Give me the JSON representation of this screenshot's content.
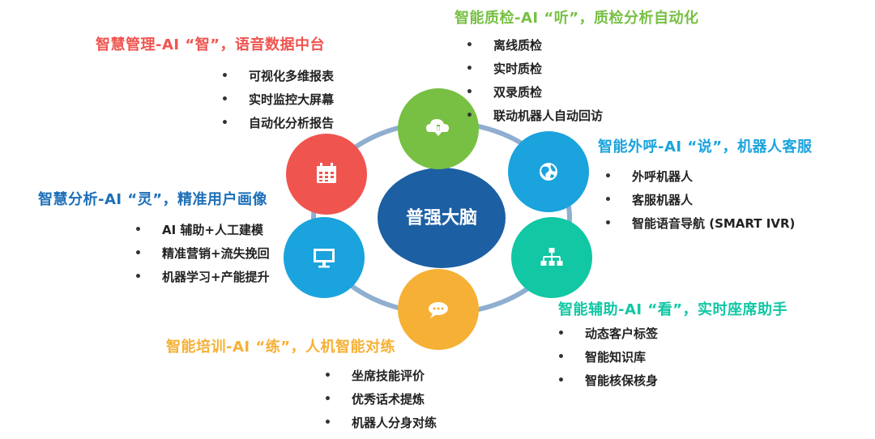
{
  "center": {
    "label": "普强大脑"
  },
  "colors": {
    "ring": "#8faed0",
    "center": "#1c5fa3",
    "green": "#77c043",
    "blue": "#1aa3dd",
    "teal": "#11c7a4",
    "orange": "#f6b035",
    "red": "#f0544f"
  },
  "nodes": [
    {
      "id": "quality",
      "icon": "cloud-download-icon",
      "color": "#77c043"
    },
    {
      "id": "outbound",
      "icon": "globe-icon",
      "color": "#1aa3dd"
    },
    {
      "id": "assist",
      "icon": "org-chart-icon",
      "color": "#11c7a4"
    },
    {
      "id": "training",
      "icon": "chat-bubble-icon",
      "color": "#f6b035"
    },
    {
      "id": "analysis",
      "icon": "monitor-icon",
      "color": "#1aa3dd"
    },
    {
      "id": "management",
      "icon": "calendar-icon",
      "color": "#f0544f"
    }
  ],
  "groups": {
    "quality": {
      "title": "智能质检-AI “听”，质检分析自动化",
      "items": [
        "离线质检",
        "实时质检",
        "双录质检",
        "联动机器人自动回访"
      ]
    },
    "outbound": {
      "title": "智能外呼-AI “说”，机器人客服",
      "items": [
        "外呼机器人",
        "客服机器人",
        "智能语音导航 (SMART IVR)"
      ]
    },
    "assist": {
      "title": "智能辅助-AI “看”，实时座席助手",
      "items": [
        "动态客户标签",
        "智能知识库",
        "智能核保核身"
      ]
    },
    "training": {
      "title": "智能培训-AI “练”，人机智能对练",
      "items": [
        "坐席技能评价",
        "优秀话术提炼",
        "机器人分身对练"
      ]
    },
    "analysis": {
      "title": "智慧分析-AI “灵”，精准用户画像",
      "items": [
        "AI 辅助+人工建模",
        "精准营销+流失挽回",
        "机器学习+产能提升"
      ]
    },
    "management": {
      "title": "智慧管理-AI “智”，语音数据中台",
      "items": [
        "可视化多维报表",
        "实时监控大屏幕",
        "自动化分析报告"
      ]
    }
  }
}
